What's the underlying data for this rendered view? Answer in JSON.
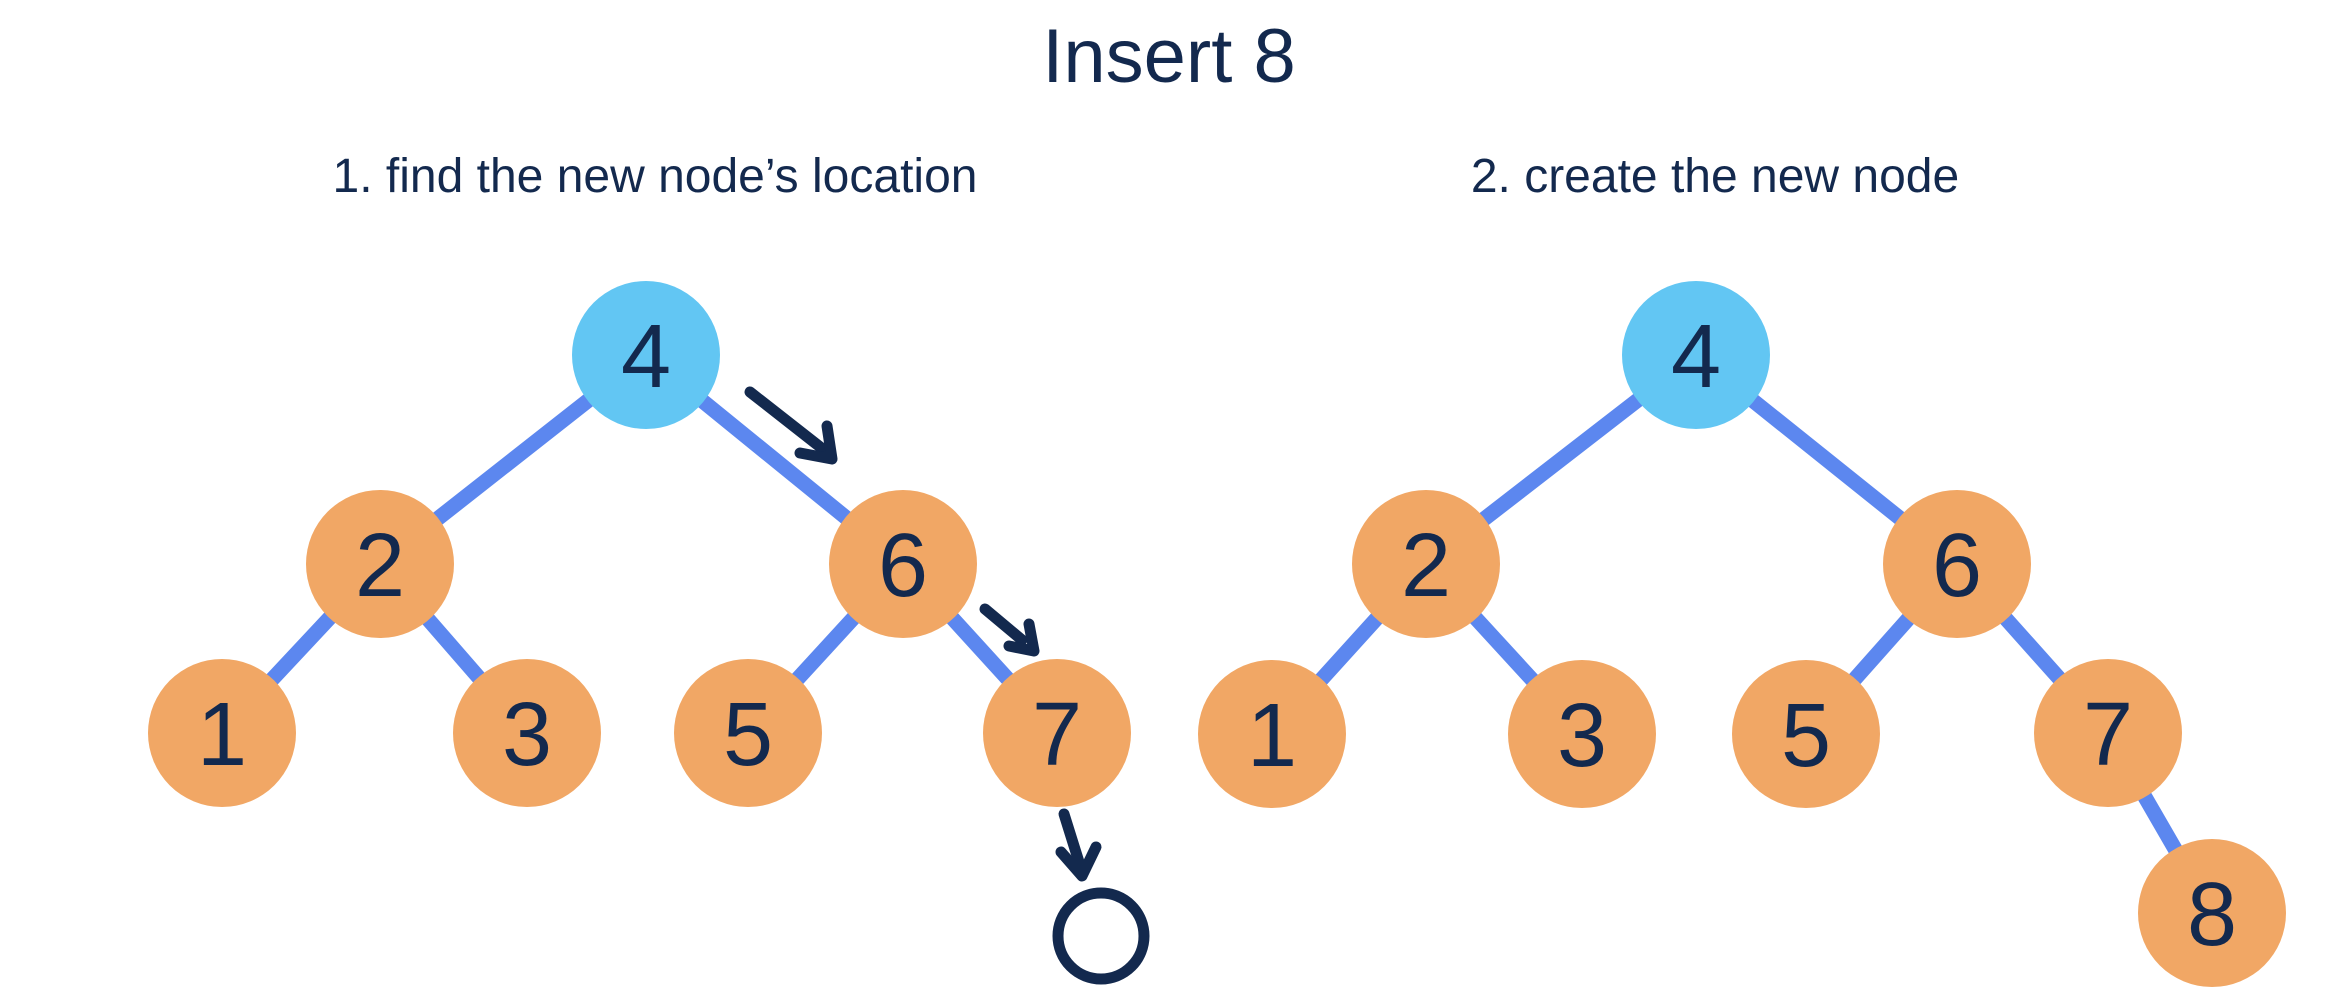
{
  "title": "Insert 8",
  "colors": {
    "text_navy": "#13294e",
    "node_orange": "#f1a765",
    "node_highlight_blue": "#62c6f3",
    "edge_blue": "#5c87ef",
    "background": "#ffffff"
  },
  "icons": {
    "traversal_arrows": [
      "arrow-down-right",
      "arrow-down-right",
      "arrow-down"
    ],
    "empty_slot": "empty-circle-outline"
  },
  "panels": [
    {
      "caption": "1. find the new node’s location",
      "tree": {
        "nodes": [
          {
            "label": "4",
            "highlight": true
          },
          {
            "label": "2",
            "highlight": false
          },
          {
            "label": "6",
            "highlight": false
          },
          {
            "label": "1",
            "highlight": false
          },
          {
            "label": "3",
            "highlight": false
          },
          {
            "label": "5",
            "highlight": false
          },
          {
            "label": "7",
            "highlight": false
          }
        ],
        "edges": [
          "4-2",
          "4-6",
          "2-1",
          "2-3",
          "6-5",
          "6-7"
        ],
        "annotation": "empty circle marks the new node’s location below 7"
      }
    },
    {
      "caption": "2. create the new node",
      "tree": {
        "nodes": [
          {
            "label": "4",
            "highlight": true
          },
          {
            "label": "2",
            "highlight": false
          },
          {
            "label": "6",
            "highlight": false
          },
          {
            "label": "1",
            "highlight": false
          },
          {
            "label": "3",
            "highlight": false
          },
          {
            "label": "5",
            "highlight": false
          },
          {
            "label": "7",
            "highlight": false
          },
          {
            "label": "8",
            "highlight": false
          }
        ],
        "edges": [
          "4-2",
          "4-6",
          "2-1",
          "2-3",
          "6-5",
          "6-7",
          "7-8"
        ]
      }
    }
  ]
}
